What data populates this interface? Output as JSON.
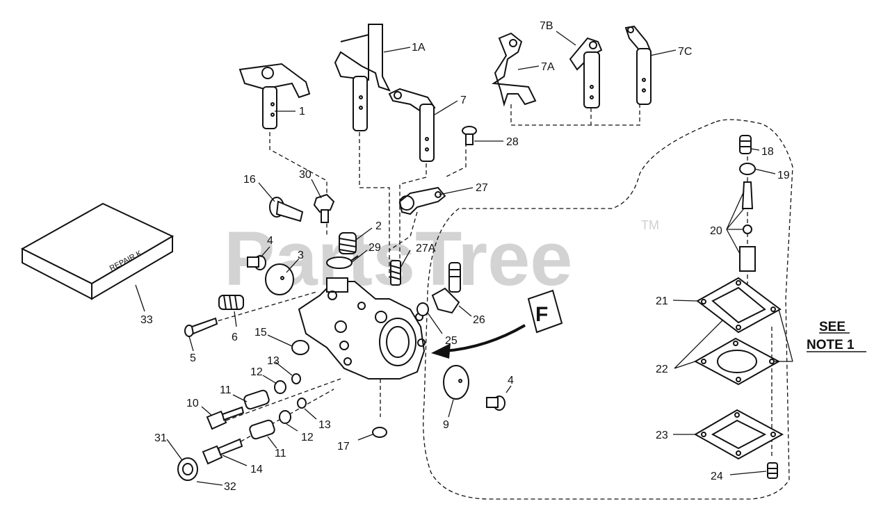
{
  "watermark": {
    "text": "PartsTree",
    "trademark": "TM"
  },
  "note": {
    "line1": "SEE",
    "line2": "NOTE 1"
  },
  "callout": {
    "letter": "F"
  },
  "repair_kit_text": "REPAIR K",
  "labels": {
    "l1A": "1A",
    "l1": "1",
    "l7B": "7B",
    "l7A": "7A",
    "l7C": "7C",
    "l7": "7",
    "l28": "28",
    "l18": "18",
    "l19": "19",
    "l20": "20",
    "l16": "16",
    "l30": "30",
    "l27": "27",
    "l2": "2",
    "l4a": "4",
    "l29": "29",
    "l27A": "27A",
    "l3": "3",
    "l26": "26",
    "l25": "25",
    "l33": "33",
    "l6": "6",
    "l15": "15",
    "l5": "5",
    "l13a": "13",
    "l12a": "12",
    "l11a": "11",
    "l10": "10",
    "l12b": "12",
    "l13b": "13",
    "l11b": "11",
    "l31": "31",
    "l14": "14",
    "l32": "32",
    "l17": "17",
    "l9": "9",
    "l4b": "4",
    "l21": "21",
    "l22": "22",
    "l23": "23",
    "l24": "24"
  }
}
